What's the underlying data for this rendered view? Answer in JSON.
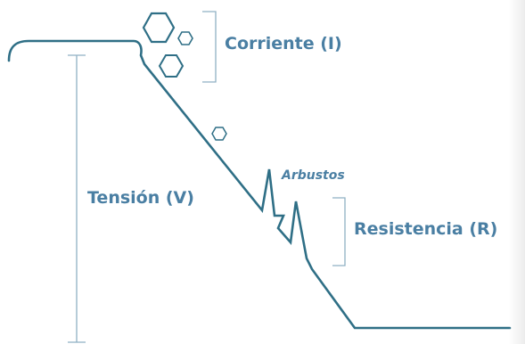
{
  "labels": {
    "current": "Corriente (I)",
    "voltage": "Tensión (V)",
    "resistance": "Resistencia (R)",
    "shrubs": "Arbustos"
  },
  "colors": {
    "line": "#2f6f86",
    "text": "#4a7fa3",
    "bracket": "#8fb0c4"
  },
  "icons": [
    "hexagon-rock-icon"
  ]
}
